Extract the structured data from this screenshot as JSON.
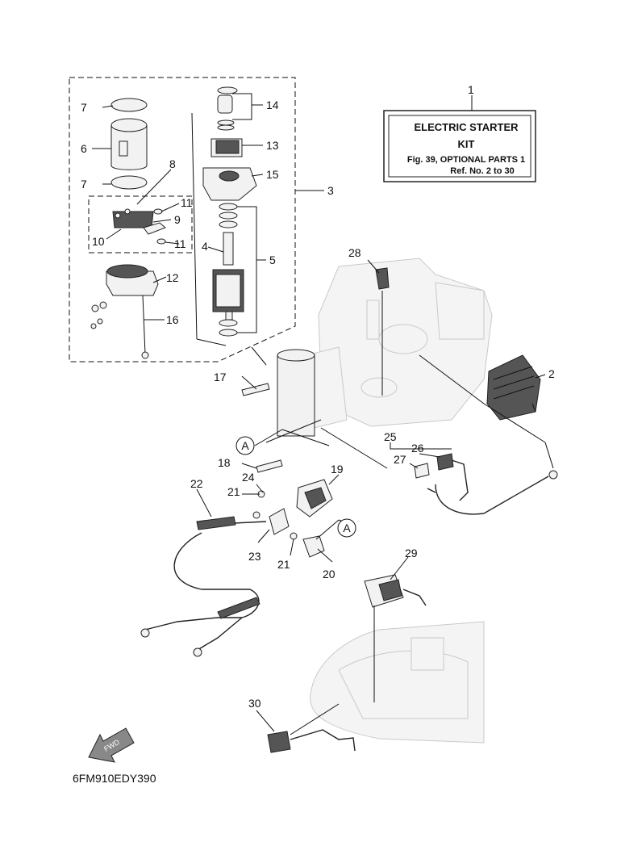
{
  "kit_box": {
    "line1": "ELECTRIC  STARTER",
    "line2": "KIT",
    "line3": "Fig. 39, OPTIONAL PARTS 1",
    "line4": "Ref. No. 2 to 30"
  },
  "callouts": [
    "1",
    "2",
    "3",
    "4",
    "5",
    "6",
    "7",
    "7",
    "8",
    "9",
    "10",
    "11",
    "11",
    "12",
    "13",
    "14",
    "15",
    "16",
    "17",
    "18",
    "19",
    "20",
    "21",
    "21",
    "22",
    "23",
    "24",
    "25",
    "26",
    "27",
    "28",
    "29",
    "30"
  ],
  "connector_label": "A",
  "fwd_label": "FWD",
  "diagram_code": "6FM910EDY390"
}
